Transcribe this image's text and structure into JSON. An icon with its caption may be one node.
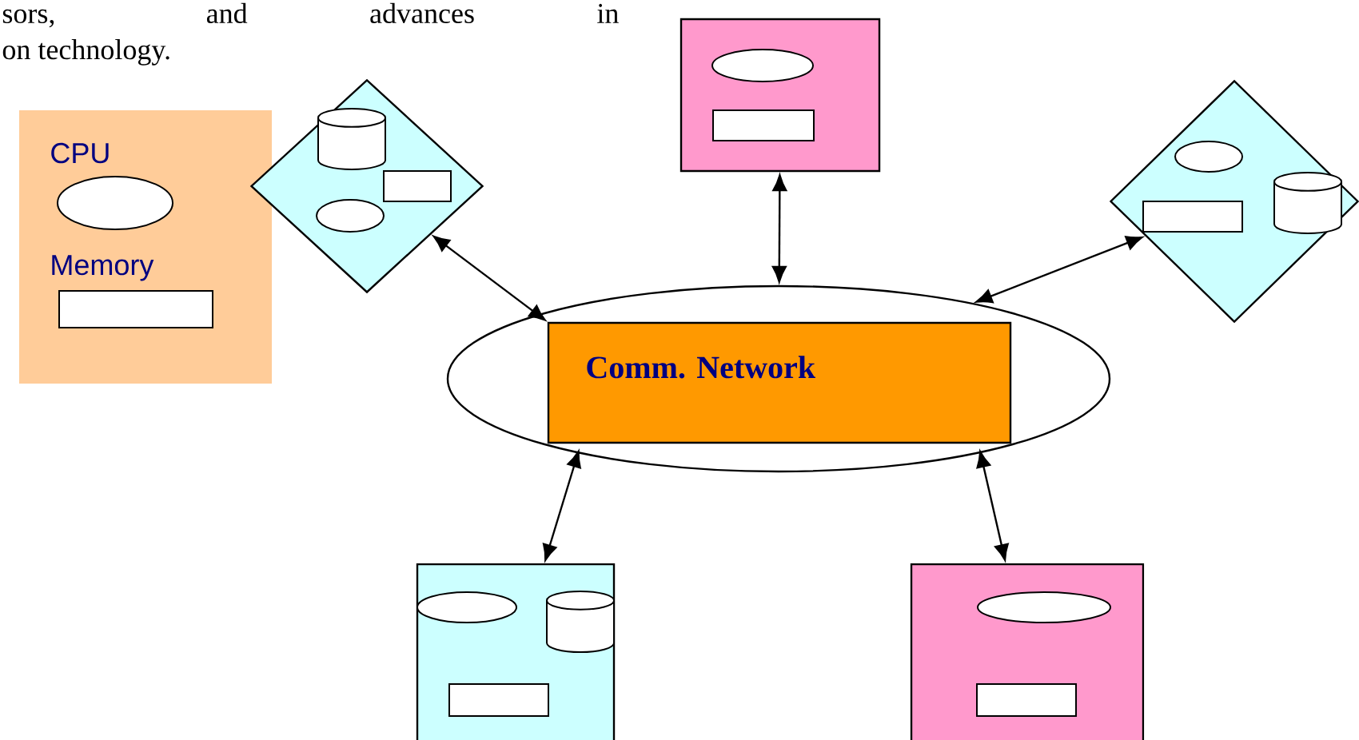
{
  "diagram": {
    "nodes": [
      {
        "text": [
          "CPU",
          "Memory"
        ]
      },
      {
        "text": [],
        "shape": "ellipse"
      },
      {
        "text": [
          "Comm. Network"
        ],
        "in": 1
      },
      {
        "text": [],
        "shape": "diamond"
      },
      {
        "text": [],
        "shape": "box"
      },
      {
        "text": [],
        "shape": "diamond"
      },
      {
        "text": [],
        "shape": "box"
      },
      {
        "text": [],
        "shape": "box"
      }
    ],
    "edges": [
      {
        "from": 3,
        "to": 2,
        "arrow": "both"
      },
      {
        "from": 4,
        "to": 1,
        "arrow": "both"
      },
      {
        "from": 5,
        "to": 1,
        "arrow": "both"
      },
      {
        "from": 2,
        "to": 6,
        "arrow": "both"
      },
      {
        "from": 2,
        "to": 7,
        "arrow": "both"
      }
    ],
    "labels": [
      "sors, and advances in",
      "on technology."
    ]
  }
}
